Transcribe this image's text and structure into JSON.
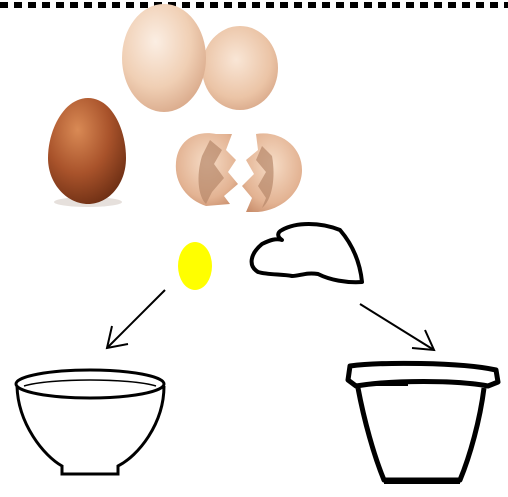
{
  "figure": {
    "items": [
      {
        "id": "white-eggs",
        "icon": "two-white-eggs-icon"
      },
      {
        "id": "brown-egg",
        "icon": "brown-egg-icon"
      },
      {
        "id": "cracked-shell",
        "icon": "cracked-eggshell-icon"
      },
      {
        "id": "yolk",
        "icon": "yolk-icon",
        "color": "#ffff00"
      },
      {
        "id": "shell-fragment",
        "icon": "shell-outline-icon"
      },
      {
        "id": "bowl",
        "icon": "bowl-icon"
      },
      {
        "id": "pot",
        "icon": "pot-icon"
      }
    ],
    "colors": {
      "brown_egg": "#a9532b",
      "white_egg": "#f2d2b8",
      "shell_inner": "#d9a889",
      "yolk": "#ffff00",
      "ink": "#000000",
      "border": "#000000"
    }
  }
}
